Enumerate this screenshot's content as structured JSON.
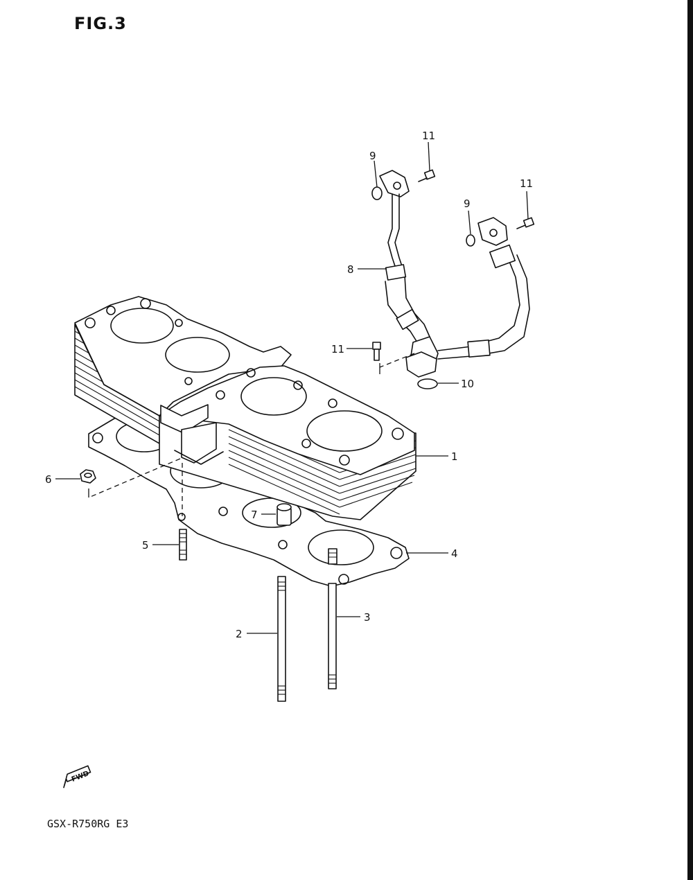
{
  "figure": {
    "title": "FIG.3",
    "model": "GSX-R750RG E3"
  },
  "fwd_marker": "FWD",
  "callouts": {
    "c1": "1",
    "c2": "2",
    "c3": "3",
    "c4": "4",
    "c5": "5",
    "c6": "6",
    "c7": "7",
    "c8": "8",
    "c9a": "9",
    "c9b": "9",
    "c10": "10",
    "c11a": "11",
    "c11b": "11",
    "c11c": "11"
  },
  "colors": {
    "ink": "#111111",
    "paper": "#ffffff"
  }
}
